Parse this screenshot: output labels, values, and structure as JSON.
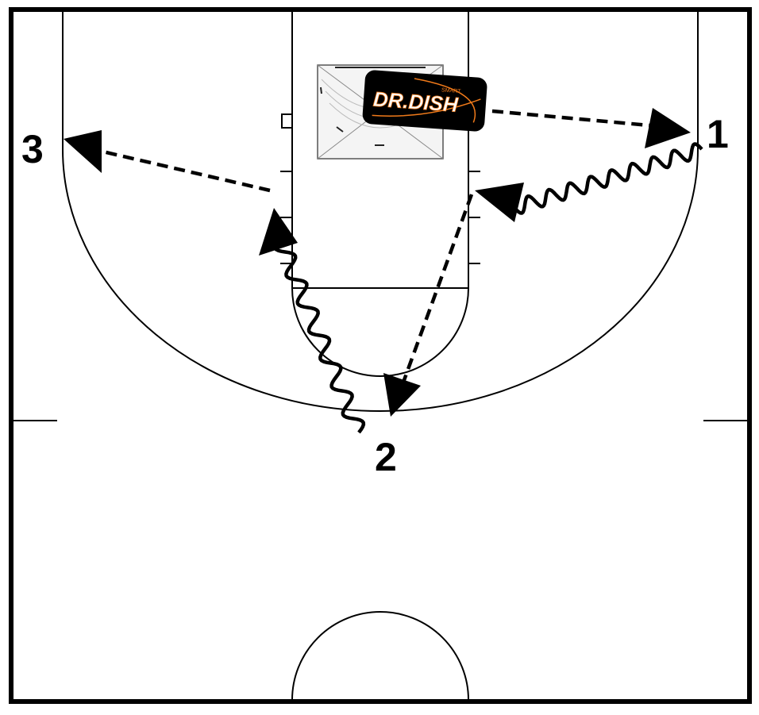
{
  "diagram": {
    "players": [
      {
        "id": "player-1",
        "label": "1"
      },
      {
        "id": "player-2",
        "label": "2"
      },
      {
        "id": "player-3",
        "label": "3"
      }
    ],
    "machine": {
      "brand": "DR.DISH",
      "tagline": "SMART",
      "accent_color": "#f07a1a",
      "body_color": "#000000"
    },
    "legend_note": {
      "dribble_line": "wavy line with arrow = dribble",
      "pass_line": "dashed line with arrow = pass"
    },
    "colors": {
      "court_lines": "#000000",
      "background": "#ffffff"
    }
  }
}
